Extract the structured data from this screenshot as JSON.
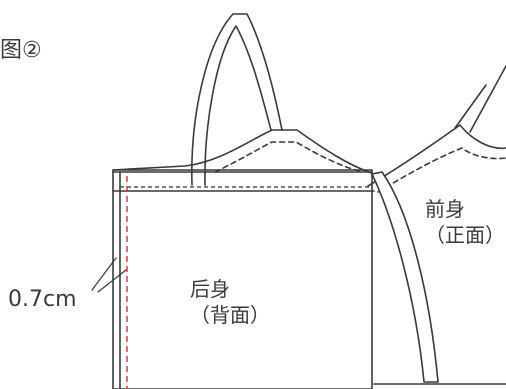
{
  "figure_label": "图②",
  "front_panel": {
    "line1": "前身",
    "line2": "（正面）"
  },
  "back_panel": {
    "line1": "后身",
    "line2": "（背面）"
  },
  "seam_allowance": "0.7cm",
  "colors": {
    "outline": "#3a3a3a",
    "stitch_red": "#d0343a",
    "stitch_dark": "#555555",
    "background": "#ffffff"
  }
}
